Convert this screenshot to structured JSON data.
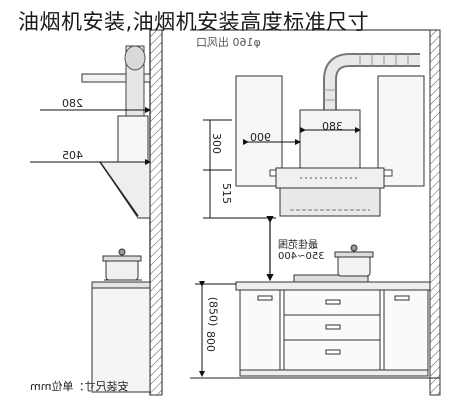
{
  "title": "油烟机安装,油烟机安装高度标准尺寸",
  "top_label": "φ160 出风口",
  "side_view": {
    "dim_top": "280",
    "dim_hood_depth": "405"
  },
  "front_view": {
    "dim_width_left": "900",
    "dim_width_right": "380",
    "dim_cabinet_height": "300",
    "dim_hood_height": "515",
    "best_range_label": "最佳范围",
    "best_range_value": "350~400",
    "dim_counter_height": "800",
    "dim_counter_alt": "(850)"
  },
  "footer_note": "安装尺寸：单位mm"
}
